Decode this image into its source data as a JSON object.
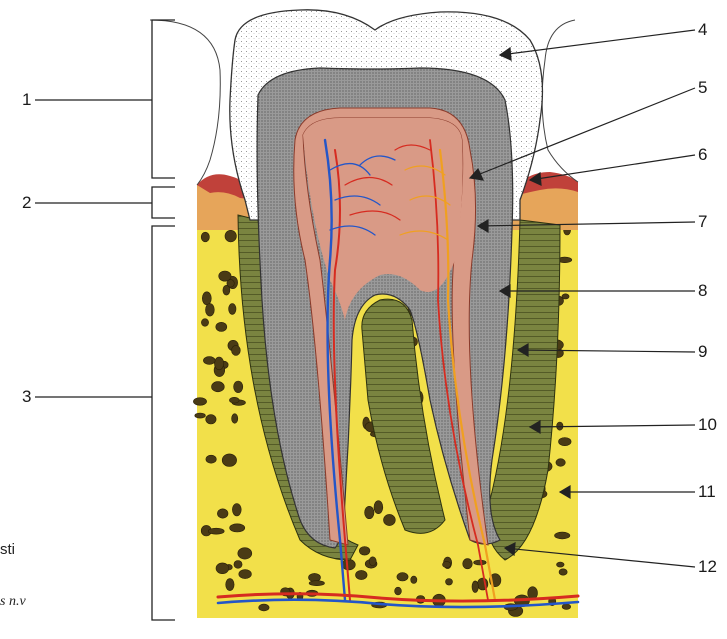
{
  "labels": {
    "l1": "1",
    "l2": "2",
    "l3": "3",
    "l4": "4",
    "l5": "5",
    "l6": "6",
    "l7": "7",
    "l8": "8",
    "l9": "9",
    "l10": "10",
    "l11": "11",
    "l12": "12"
  },
  "margin_text": {
    "sti": "sti",
    "nv": "s n.v"
  },
  "colors": {
    "enamel": "#ffffff",
    "dentin": "#8e8e8e",
    "pulp": "#d99a86",
    "bone": "#f2e04a",
    "bone_dark": "#5a4a1a",
    "periodontal": "#6f7a3a",
    "gum": "#d9893a",
    "gum_red": "#c0413a",
    "artery": "#d62b20",
    "vein": "#2456c8",
    "nerve": "#f0a020"
  }
}
